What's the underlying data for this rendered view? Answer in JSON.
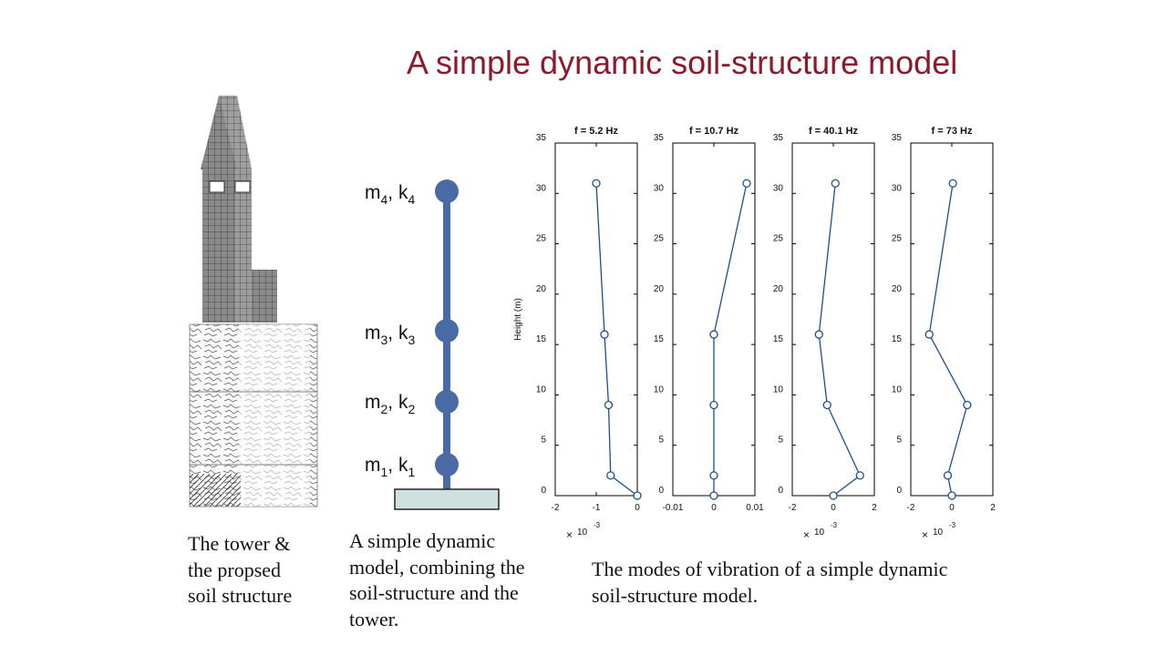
{
  "title": "A simple dynamic soil-structure model",
  "captions": {
    "tower": "The tower &\nthe propsed\nsoil structure",
    "model": "A simple dynamic\nmodel, combining the\nsoil-structure and the\ntower.",
    "modes": "The modes of vibration of a simple dynamic\nsoil-structure model."
  },
  "model_labels": [
    {
      "m": "m",
      "m_sub": "4",
      "k": "k",
      "k_sub": "4"
    },
    {
      "m": "m",
      "m_sub": "3",
      "k": "k",
      "k_sub": "3"
    },
    {
      "m": "m",
      "m_sub": "2",
      "k": "k",
      "k_sub": "2"
    },
    {
      "m": "m",
      "m_sub": "1",
      "k": "k",
      "k_sub": "1"
    }
  ],
  "colors": {
    "title": "#8b1a2c",
    "model": "#4a6aa5",
    "plot_line": "#1f4e8c",
    "base": "#cfe0e0"
  },
  "chart_data": [
    {
      "type": "line",
      "title": "f = 5.2 Hz",
      "ylabel": "Height (m)",
      "xlim": [
        -2,
        0
      ],
      "ylim": [
        0,
        35
      ],
      "xticks": [
        "-2",
        "-1",
        "0"
      ],
      "yticks": [
        "0",
        "5",
        "10",
        "15",
        "20",
        "25",
        "30",
        "35"
      ],
      "exponent": "× 10 -3",
      "x": [
        0,
        -0.65,
        -0.7,
        -0.8,
        -1.0
      ],
      "y": [
        0,
        2,
        9,
        16,
        31
      ]
    },
    {
      "type": "line",
      "title": "f = 10.7 Hz",
      "ylabel": "",
      "xlim": [
        -0.01,
        0.01
      ],
      "ylim": [
        0,
        35
      ],
      "xticks": [
        "-0.01",
        "0",
        "0.01"
      ],
      "yticks": [
        "0",
        "5",
        "10",
        "15",
        "20",
        "25",
        "30",
        "35"
      ],
      "exponent": "",
      "x": [
        0,
        0,
        0,
        0,
        0.008
      ],
      "y": [
        0,
        2,
        9,
        16,
        31
      ]
    },
    {
      "type": "line",
      "title": "f = 40.1 Hz",
      "ylabel": "",
      "xlim": [
        -2,
        2
      ],
      "ylim": [
        0,
        35
      ],
      "xticks": [
        "-2",
        "0",
        "2"
      ],
      "yticks": [
        "0",
        "5",
        "10",
        "15",
        "20",
        "25",
        "30",
        "35"
      ],
      "exponent": "× 10 -3",
      "x": [
        0,
        1.3,
        -0.3,
        -0.7,
        0.1
      ],
      "y": [
        0,
        2,
        9,
        16,
        31
      ]
    },
    {
      "type": "line",
      "title": "f = 73 Hz",
      "ylabel": "",
      "xlim": [
        -2,
        2
      ],
      "ylim": [
        0,
        35
      ],
      "xticks": [
        "-2",
        "0",
        "2"
      ],
      "yticks": [
        "0",
        "5",
        "10",
        "15",
        "20",
        "25",
        "30",
        "35"
      ],
      "exponent": "× 10 -3",
      "x": [
        0,
        -0.2,
        0.75,
        -1.1,
        0.05
      ],
      "y": [
        0,
        2,
        9,
        16,
        31
      ]
    }
  ]
}
